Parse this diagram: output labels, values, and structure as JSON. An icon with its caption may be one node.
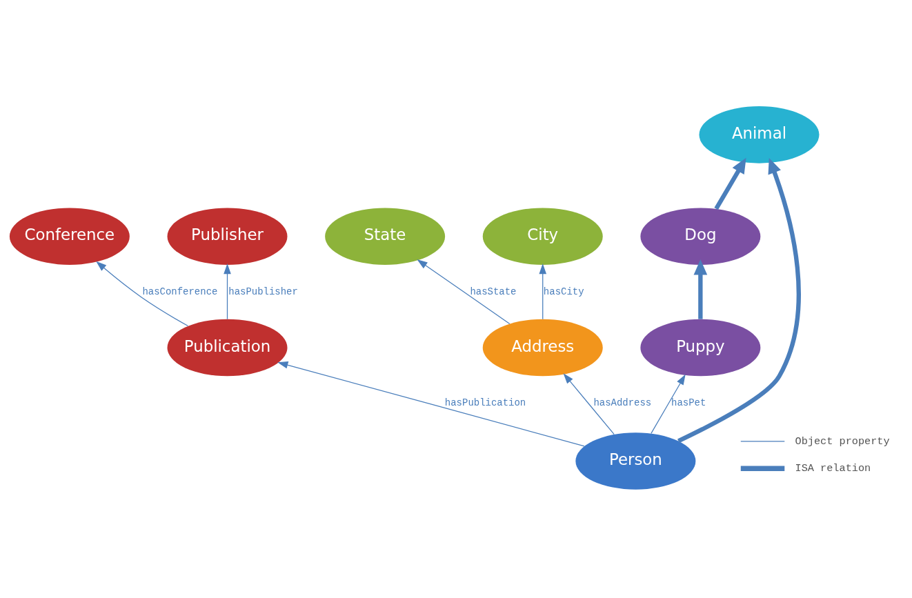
{
  "diagram": {
    "nodes": [
      {
        "text": [
          "State"
        ]
      },
      {
        "text": [
          "City"
        ]
      },
      {
        "text": [
          "Conference"
        ]
      },
      {
        "text": [
          "Publication"
        ]
      },
      {
        "text": [
          "Address"
        ]
      },
      {
        "text": [
          "Person"
        ]
      },
      {
        "text": [
          "Publisher"
        ]
      },
      {
        "text": [
          "Puppy"
        ]
      },
      {
        "text": [
          "Animal"
        ]
      },
      {
        "text": [
          "Dog"
        ]
      }
    ],
    "edges": [
      {
        "from": 4,
        "to": 0,
        "arrow": "to",
        "label": "hasState"
      },
      {
        "from": 4,
        "to": 1,
        "arrow": "to",
        "label": "hasCity"
      },
      {
        "from": 3,
        "to": 2,
        "arrow": "to",
        "label": "hasConference"
      },
      {
        "from": 5,
        "to": 3,
        "arrow": "to",
        "label": "hasPublication"
      },
      {
        "from": 5,
        "to": 4,
        "arrow": "to",
        "label": "hasAddress"
      },
      {
        "from": 3,
        "to": 6,
        "arrow": "to",
        "label": "hasPublisher"
      },
      {
        "from": 5,
        "to": 7,
        "arrow": "to",
        "label": "hasPet"
      },
      {
        "from": 5,
        "to": 8,
        "arrow": "to",
        "style": "thick"
      },
      {
        "from": 7,
        "to": 9,
        "arrow": "to",
        "style": "thick"
      },
      {
        "from": 9,
        "to": 8,
        "arrow": "to",
        "style": "thick"
      }
    ],
    "legend": [
      {
        "text": "Object property"
      },
      {
        "text": "ISA relation"
      }
    ]
  }
}
